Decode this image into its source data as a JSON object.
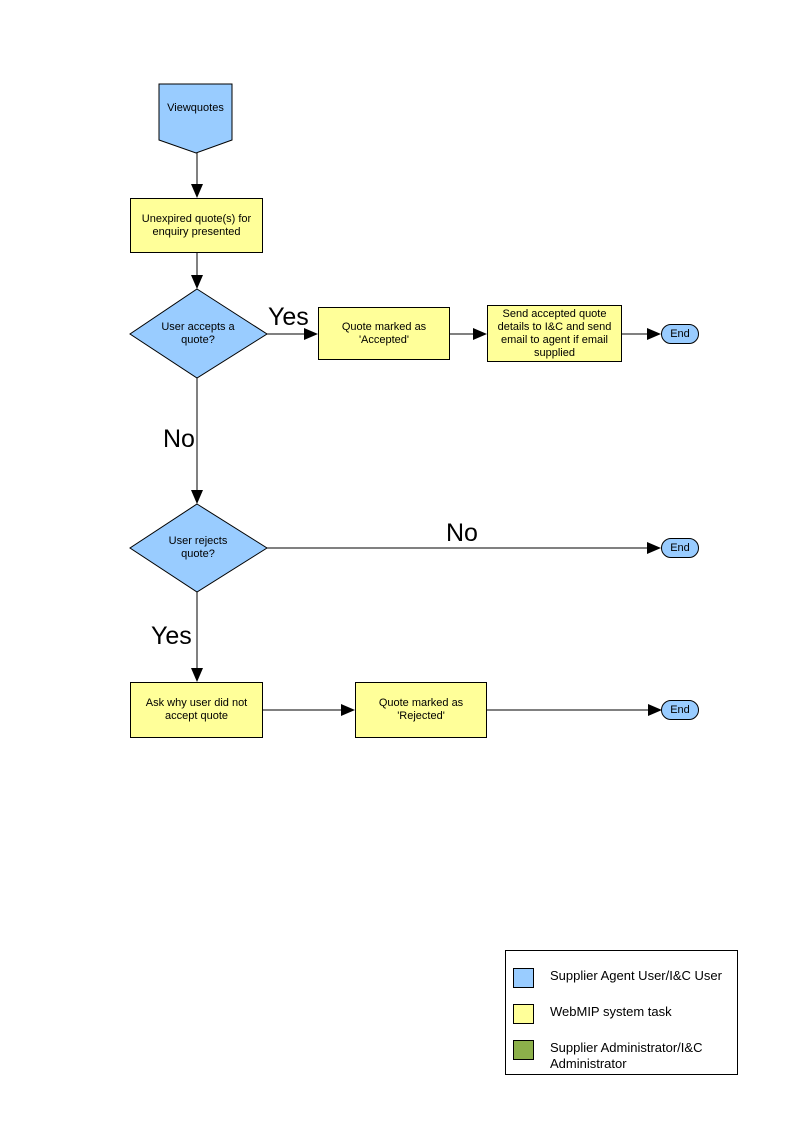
{
  "page": {
    "background": "#FFFFFF"
  },
  "colors": {
    "actor_user": "#99CCFF",
    "system_task": "#FFFF99",
    "actor_admin": "#8CB04A",
    "line": "#000000",
    "border": "#000000"
  },
  "nodes": {
    "start": {
      "label": "Viewquotes",
      "shape": "pentagon-down"
    },
    "present_quotes": {
      "label": "Unexpired quote(s) for enquiry presented",
      "shape": "process"
    },
    "user_accepts": {
      "label": "User accepts a quote?",
      "shape": "decision"
    },
    "mark_accepted": {
      "label": "Quote marked as 'Accepted'",
      "shape": "process"
    },
    "send_details": {
      "label": "Send accepted quote details to I&C and send email to agent if email supplied",
      "shape": "process"
    },
    "end_accepted": {
      "label": "End",
      "shape": "terminator"
    },
    "user_rejects": {
      "label": "User rejects quote?",
      "shape": "decision"
    },
    "end_not_rejected": {
      "label": "End",
      "shape": "terminator"
    },
    "ask_why": {
      "label": "Ask why user did not accept quote",
      "shape": "process"
    },
    "mark_rejected": {
      "label": "Quote marked as 'Rejected'",
      "shape": "process"
    },
    "end_rejected": {
      "label": "End",
      "shape": "terminator"
    }
  },
  "edge_labels": {
    "accepts_yes": "Yes",
    "accepts_no": "No",
    "rejects_no": "No",
    "rejects_yes": "Yes"
  },
  "legend": {
    "items": [
      {
        "color": "#99CCFF",
        "label": "Supplier Agent User/I&C User"
      },
      {
        "color": "#FFFF99",
        "label": "WebMIP system task"
      },
      {
        "color": "#8CB04A",
        "label": "Supplier Administrator/I&C Administrator"
      }
    ]
  }
}
